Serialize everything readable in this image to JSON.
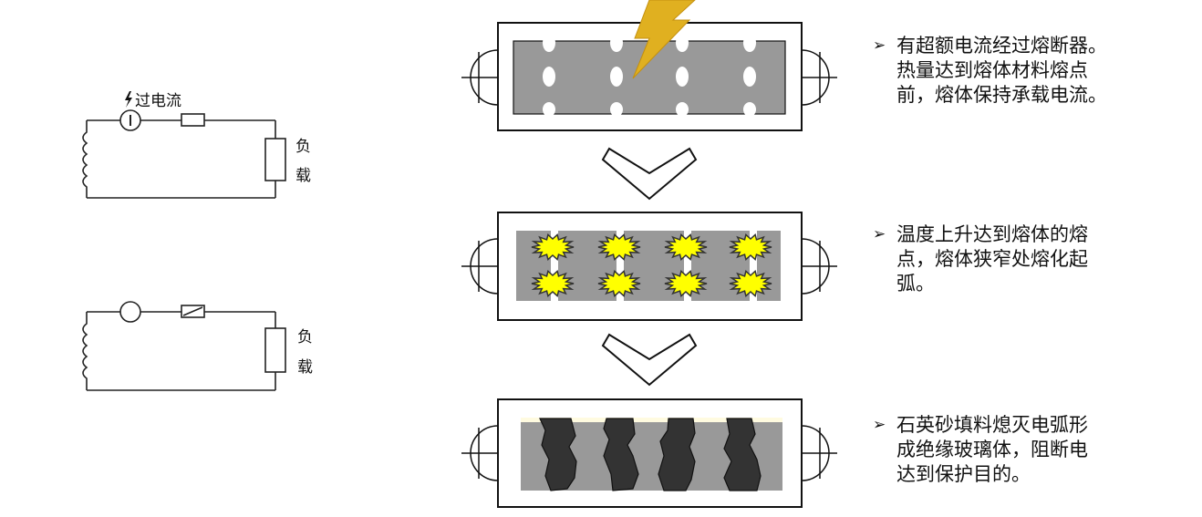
{
  "circuit_top": {
    "overcurrent_label": "过电流",
    "load_label_1": "负",
    "load_label_2": "载"
  },
  "circuit_bottom": {
    "load_label_1": "负",
    "load_label_2": "载"
  },
  "stages": [
    {
      "stage": "normal",
      "description_lines": [
        "有超额电流经过熔断器。",
        "热量达到熔体材料熔点",
        "前，熔体保持承载电流。"
      ]
    },
    {
      "stage": "melting",
      "description_lines": [
        "温度上升达到熔体的熔",
        "点，熔体狭窄处熔化起",
        "弧。"
      ]
    },
    {
      "stage": "arc-quenched",
      "description_lines": [
        "石英砂填料熄灭电弧形",
        "成绝缘玻璃体，阻断电",
        "达到保护目的。"
      ]
    }
  ],
  "bullet_symbol": "➢",
  "colors": {
    "fuse_element": "#999999",
    "lightning": "#e0b020",
    "spark": "#ffff00",
    "arc_residue": "#333333",
    "sand": "#fffbe0"
  }
}
